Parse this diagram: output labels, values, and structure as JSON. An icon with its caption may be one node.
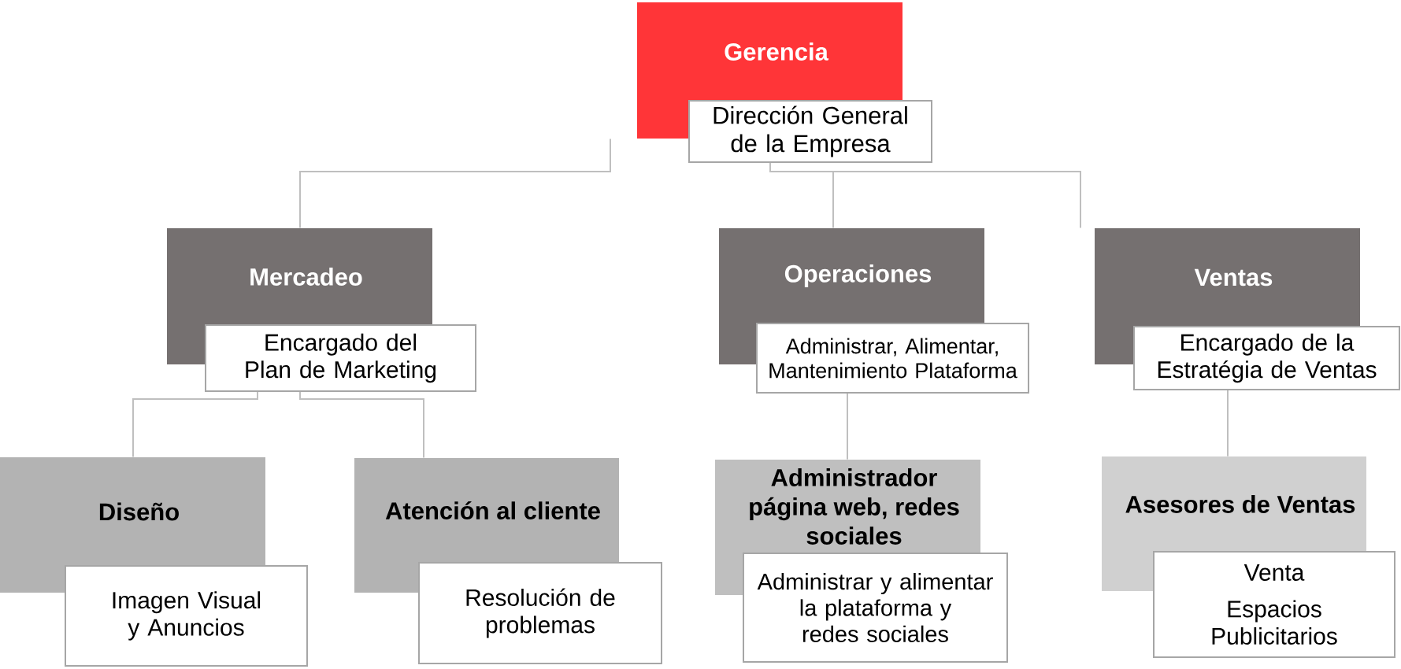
{
  "diagram": {
    "nodes": [
      {
        "text": [
          "Gerencia",
          "Dirección General de la Empresa"
        ]
      },
      {
        "text": [
          "Mercadeo",
          "Encargado del Plan de Marketing"
        ]
      },
      {
        "text": [
          "Operaciones",
          "Administrar, Alimentar, Mantenimiento Plataforma"
        ]
      },
      {
        "text": [
          "Ventas",
          "Encargado de la Estratégia de Ventas"
        ]
      },
      {
        "text": [
          "Diseño",
          "Imagen Visual y Anuncios"
        ]
      },
      {
        "text": [
          "Atención al cliente",
          "Resolución de problemas"
        ]
      },
      {
        "text": [
          "Administrador página web, redes sociales",
          "Administrar y alimentar la plataforma y redes sociales"
        ]
      },
      {
        "text": [
          "Asesores de Ventas",
          "Venta",
          "Espacios Publicitarios"
        ]
      }
    ],
    "edges": [
      {
        "from": 0,
        "to": 1,
        "arrow": "none"
      },
      {
        "from": 0,
        "to": 2,
        "arrow": "none"
      },
      {
        "from": 0,
        "to": 3,
        "arrow": "none"
      },
      {
        "from": 1,
        "to": 4,
        "arrow": "none"
      },
      {
        "from": 1,
        "to": 5,
        "arrow": "none"
      },
      {
        "from": 2,
        "to": 6,
        "arrow": "none"
      },
      {
        "from": 3,
        "to": 7,
        "arrow": "none"
      }
    ]
  }
}
